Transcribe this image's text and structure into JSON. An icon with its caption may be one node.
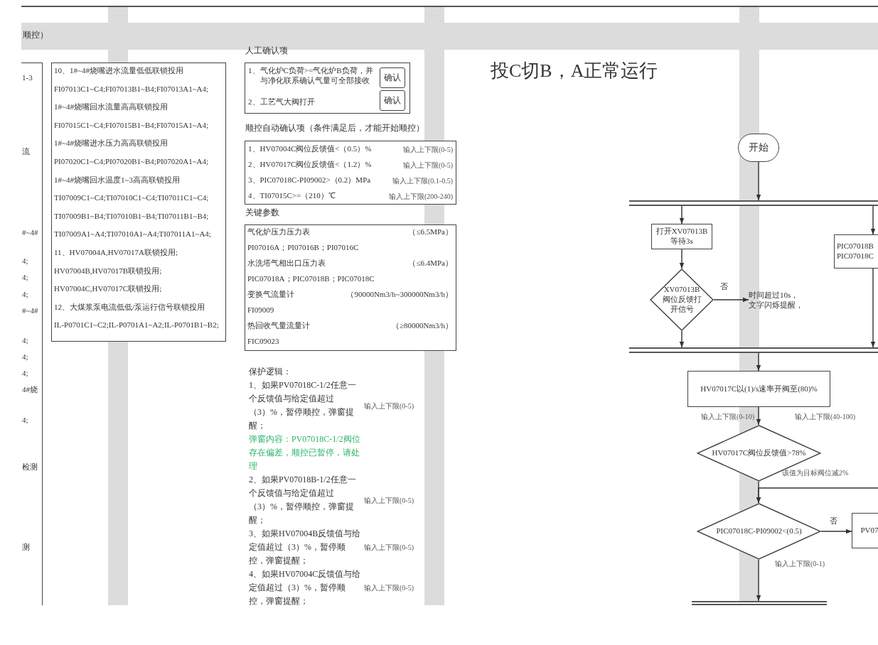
{
  "diagram": {
    "title": "投C切B，A正常运行",
    "nodes": [
      {
        "text": [
          "1-3",
          "流",
          "#~4#",
          "4;",
          "4;",
          "4;",
          "#~4#",
          "4;",
          "4;",
          "4;",
          "4#烧",
          "4;",
          "检测",
          "测"
        ]
      },
      {
        "text": [
          "10、1#~4#烧嘴进水流量低低联锁投用",
          "FI07013C1~C4;FI07013B1~B4;FI07013A1~A4;",
          "1#~4#烧嘴回水流量高高联锁投用",
          "FI07015C1~C4;FI07015B1~B4;FI07015A1~A4;",
          "1#~4#烧嘴进水压力高高联锁投用",
          "PI07020C1~C4;PI07020B1~B4;PI07020A1~A4;",
          "1#~4#烧嘴回水温度1~3高高联锁投用",
          "TI07009C1~C4;TI07010C1~C4;TI07011C1~C4;",
          "TI07009B1~B4;TI07010B1~B4;TI07011B1~B4;",
          "TI07009A1~A4;TI07010A1~A4;TI07011A1~A4;",
          "11、HV07004A,HV07017A联锁投用;",
          "HV07004B,HV07017B联锁投用;",
          "HV07004C,HV07017C联锁投用;",
          "12、大煤浆泵电流低低/泵运行信号联锁投用",
          "IL-P0701C1~C2;IL-P0701A1~A2;IL-P0701B1~B2;"
        ]
      },
      {
        "text": [
          "人工确认项",
          "1、气化炉C负荷>=气化炉B负荷，并与净化联系确认气量可全部接收",
          "2、工艺气大阀打开"
        ]
      },
      {
        "text": [
          "确认"
        ],
        "in": 2
      },
      {
        "text": [
          "确认"
        ],
        "in": 2
      },
      {
        "text": [
          "顺控自动确认项（条件满足后，才能开始顺控）",
          "1、HV07004C阀位反馈值<（0.5）%",
          "输入上下限(0-5)",
          "2、HV07017C阀位反馈值<（1.2）%",
          "输入上下限(0-5)",
          "3、PIC07018C-PI09002>（0.2）MPa",
          "输入上下限(0.1-0.5)",
          "4、TI07015C>=（210）℃",
          "输入上下限(200-240)"
        ]
      },
      {
        "text": [
          "关键参数",
          "气化炉压力压力表",
          "（≤6.5MPa）",
          "PI07016A；PI07016B；PI07016C",
          "水洗塔气相出口压力表",
          "（≤6.4MPa）",
          "PIC07018A；PIC07018B；PIC07018C",
          "变换气流量计",
          "（90000Nm3/h~300000Nm3/h）",
          "FI09009",
          "热回收气量流量计",
          "（≥80000Nm3/h）",
          "FIC09023"
        ]
      },
      {
        "text": [
          "开始"
        ]
      },
      {
        "text": [],
        "shape": "bar"
      },
      {
        "text": [
          "打开XV07013B 等待3s"
        ]
      },
      {
        "text": [
          "XV07013B阀位反馈打开信号"
        ]
      },
      {
        "text": [
          "时间超过10s，文字闪烁提醒，"
        ]
      },
      {
        "text": [
          "PIC07018B",
          "PIC07018C"
        ]
      },
      {
        "text": [],
        "shape": "bar"
      },
      {
        "text": [
          "HV07017C以(1)/s速率开阀至(80)%"
        ],
        "beside": [
          "输入上下限(0-10)",
          "输入上下限(40-100)"
        ]
      },
      {
        "text": [
          "HV07017C阀位反馈值>78%"
        ],
        "beside": [
          "该值为目标阀位减2%"
        ]
      },
      {
        "text": [
          "PIC07018C-PI09002<(0.5)"
        ],
        "beside": [
          "输入上下限(0-1)"
        ]
      },
      {
        "text": [
          "PV07"
        ]
      },
      {
        "text": [],
        "shape": "bar"
      }
    ],
    "edges": [
      {
        "from": 7,
        "to": 8,
        "arrow": "to"
      },
      {
        "from": 8,
        "to": 9,
        "arrow": "to"
      },
      {
        "from": 9,
        "to": 10,
        "arrow": "to"
      },
      {
        "from": 10,
        "to": 11,
        "arrow": "to",
        "label": "否"
      },
      {
        "from": 10,
        "to": 13,
        "arrow": "to"
      },
      {
        "from": 8,
        "to": 12,
        "arrow": "to"
      },
      {
        "from": 12,
        "to": 13,
        "arrow": "to"
      },
      {
        "from": 13,
        "to": 14,
        "arrow": "to"
      },
      {
        "from": 14,
        "to": 15,
        "arrow": "to"
      },
      {
        "from": 15,
        "to": 16,
        "arrow": "to"
      },
      {
        "from": null,
        "to": 16,
        "arrow": "to"
      },
      {
        "from": 16,
        "to": 17,
        "arrow": "to",
        "label": "否"
      },
      {
        "from": 16,
        "to": 18,
        "arrow": "to"
      }
    ],
    "labels": [
      "顺控）",
      "保护逻辑：",
      "1、如果PV07018C-1/2任意一个反馈值与给定值超过（3）%，暂停顺控，弹窗提醒；",
      "弹窗内容：PV07018C-1/2阀位存在偏差，顺控已暂停，请处理",
      "输入上下限(0-5)",
      "2、如果PV07018B-1/2任意一个反馈值与给定值超过（3）%，暂停顺控，弹窗提醒；",
      "输入上下限(0-5)",
      "3、如果HV07004B反馈值与给定值超过（3）%，暂停顺控，弹窗提醒；",
      "输入上下限(0-5)",
      "4、如果HV07004C反馈值与给定值超过（3）%，暂停顺控，弹窗提醒；",
      "输入上下限(0-5)"
    ]
  }
}
